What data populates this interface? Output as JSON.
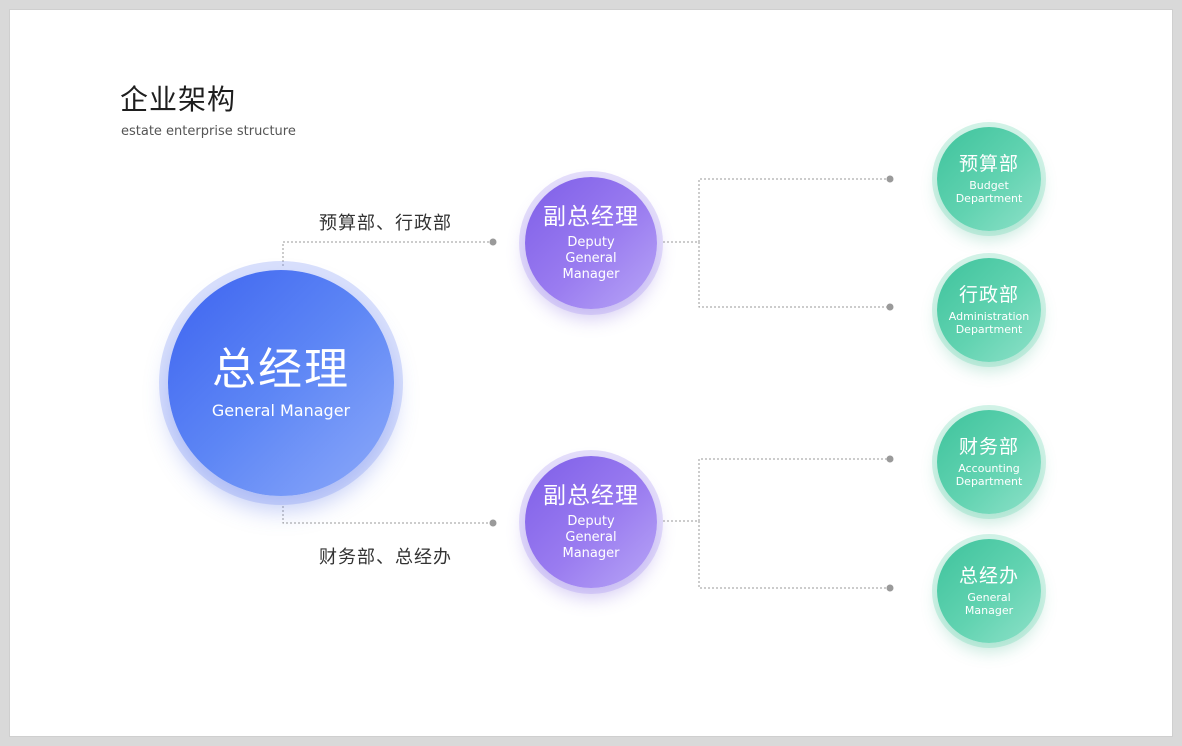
{
  "header": {
    "title": "企业架构",
    "subtitle": "estate enterprise structure"
  },
  "general_manager": {
    "zh": "总经理",
    "en": "General Manager"
  },
  "branches": [
    {
      "label": "预算部、行政部",
      "deputy": {
        "zh": "副总经理",
        "en": "Deputy General Manager"
      },
      "departments": [
        {
          "zh": "预算部",
          "en": "Budget Department"
        },
        {
          "zh": "行政部",
          "en": "Administration Department"
        }
      ]
    },
    {
      "label": "财务部、总经办",
      "deputy": {
        "zh": "副总经理",
        "en": "Deputy General Manager"
      },
      "departments": [
        {
          "zh": "财务部",
          "en": "Accounting Department"
        },
        {
          "zh": "总经办",
          "en": "General Manager"
        }
      ]
    }
  ],
  "colors": {
    "general_manager": "#4f74f2",
    "deputy": "#8f6fee",
    "department": "#52cca8",
    "connector": "#9a9a9a"
  }
}
